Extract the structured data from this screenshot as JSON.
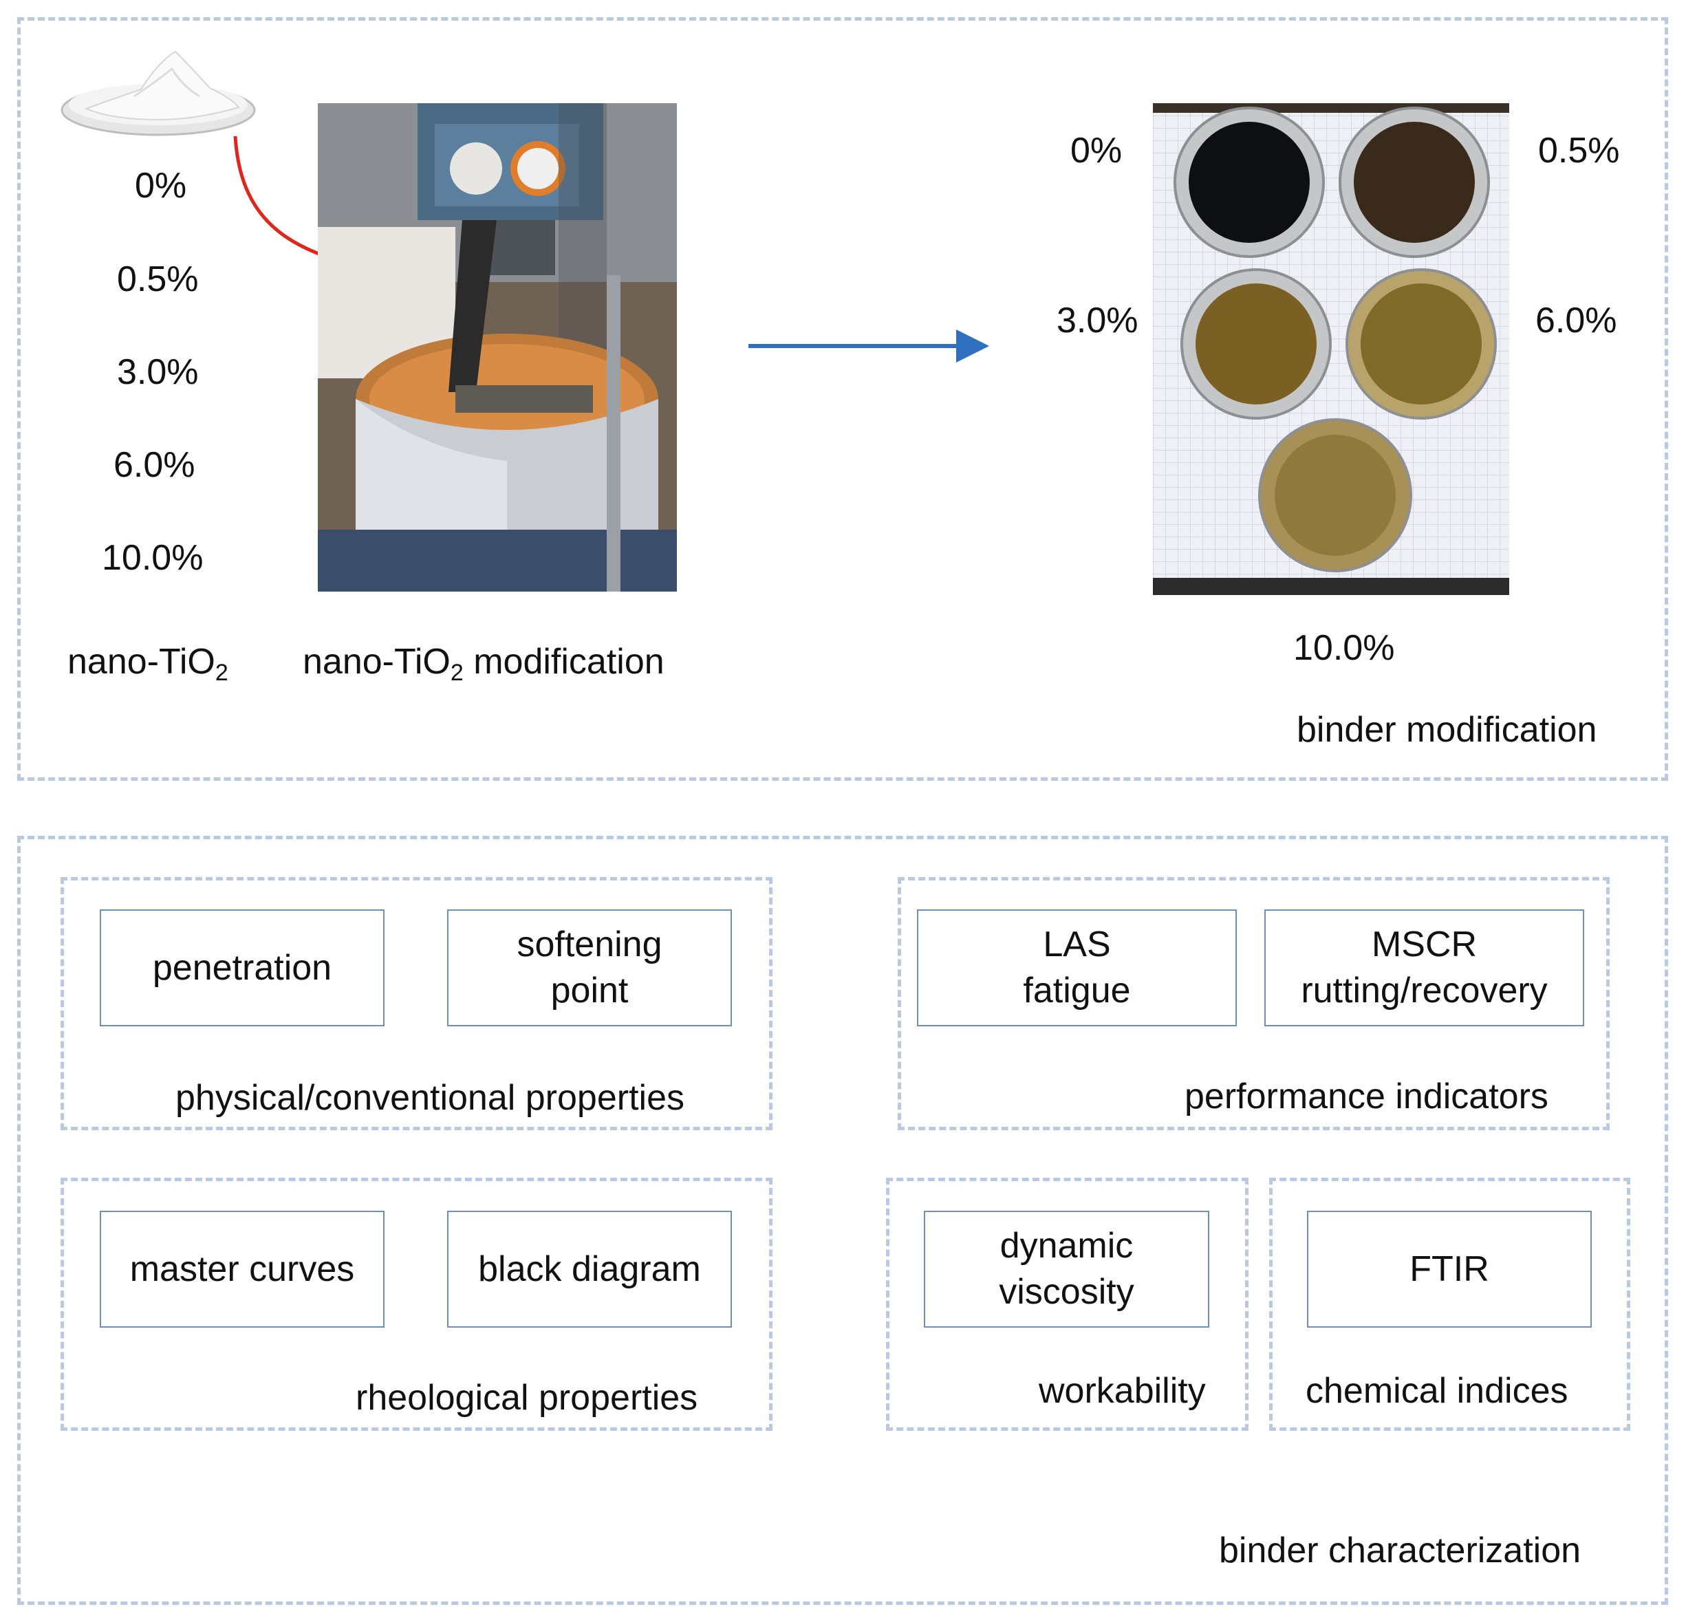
{
  "top_panel": {
    "label": "binder modification",
    "nano": {
      "label_prefix": "nano-TiO",
      "label_sub": "2",
      "percentages": [
        "0%",
        "0.5%",
        "3.0%",
        "6.0%",
        "10.0%"
      ]
    },
    "modification": {
      "label_prefix": "nano-TiO",
      "label_sub": "2",
      "label_suffix": " modification"
    },
    "samples": {
      "pct_0": "0%",
      "pct_05": "0.5%",
      "pct_3": "3.0%",
      "pct_6": "6.0%",
      "pct_10": "10.0%"
    }
  },
  "bottom_panel": {
    "label": "binder characterization",
    "groups": {
      "physical": {
        "label": "physical/conventional properties",
        "boxes": [
          "penetration",
          "softening\npoint"
        ]
      },
      "performance": {
        "label": "performance indicators",
        "boxes": [
          "LAS\nfatigue",
          "MSCR\nrutting/recovery"
        ]
      },
      "rheological": {
        "label": "rheological properties",
        "boxes": [
          "master curves",
          "black diagram"
        ]
      },
      "workability": {
        "label": "workability",
        "boxes": [
          "dynamic\nviscosity"
        ]
      },
      "chemical": {
        "label": "chemical indices",
        "boxes": [
          "FTIR"
        ]
      }
    }
  },
  "colors": {
    "dash_border": "#b9c9e2",
    "box_border": "#6f8fb5",
    "arrow_blue": "#2f6fbf",
    "arrow_red": "#e0261c"
  }
}
